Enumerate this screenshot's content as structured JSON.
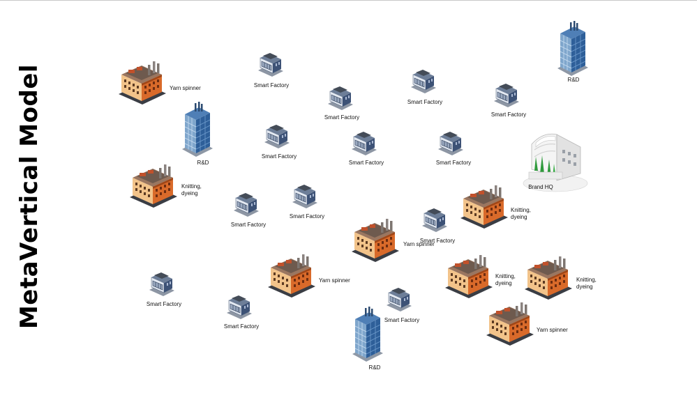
{
  "title": "MetaVertical Model",
  "labels": {
    "yarn_spinner": "Yarn spinner",
    "smart_factory": "Smart Factory",
    "rnd": "R&D",
    "knitting_dyeing": "Knitting,\ndyeing",
    "brand_hq": "Brand HQ"
  },
  "nodes": [
    {
      "type": "mill",
      "label": "Yarn spinner"
    },
    {
      "type": "smart",
      "label": "Smart Factory"
    },
    {
      "type": "smart",
      "label": "Smart Factory"
    },
    {
      "type": "smart",
      "label": "Smart Factory"
    },
    {
      "type": "smart",
      "label": "Smart Factory"
    },
    {
      "type": "tower",
      "label": "R&D"
    },
    {
      "type": "tower",
      "label": "R&D"
    },
    {
      "type": "smart",
      "label": "Smart Factory"
    },
    {
      "type": "smart",
      "label": "Smart Factory"
    },
    {
      "type": "smart",
      "label": "Smart Factory"
    },
    {
      "type": "hq",
      "label": "Brand HQ"
    },
    {
      "type": "mill",
      "label": "Knitting,\ndyeing"
    },
    {
      "type": "smart",
      "label": "Smart Factory"
    },
    {
      "type": "smart",
      "label": "Smart Factory"
    },
    {
      "type": "smart",
      "label": "Smart Factory"
    },
    {
      "type": "mill",
      "label": "Knitting,\ndyeing"
    },
    {
      "type": "mill",
      "label": "Yarn spinner"
    },
    {
      "type": "mill",
      "label": "Yarn spinner"
    },
    {
      "type": "mill",
      "label": "Knitting,\ndyeing"
    },
    {
      "type": "mill",
      "label": "Knitting,\ndyeing"
    },
    {
      "type": "smart",
      "label": "Smart Factory"
    },
    {
      "type": "smart",
      "label": "Smart Factory"
    },
    {
      "type": "smart",
      "label": "Smart Factory"
    },
    {
      "type": "tower",
      "label": "R&D"
    },
    {
      "type": "mill",
      "label": "Yarn spinner"
    }
  ]
}
